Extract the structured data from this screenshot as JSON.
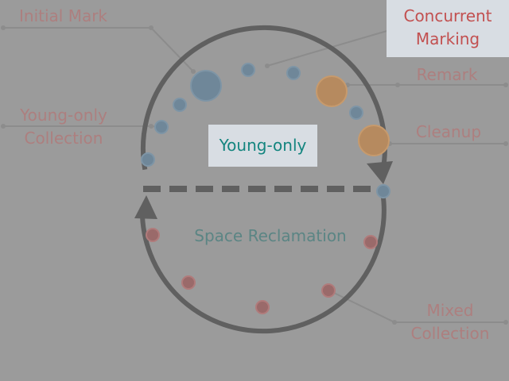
{
  "labels": {
    "initial_mark": "Initial Mark",
    "concurrent_marking": [
      "Concurrent",
      "Marking"
    ],
    "remark": "Remark",
    "cleanup": "Cleanup",
    "young_only_collection": [
      "Young-only",
      "Collection"
    ],
    "mixed_collection": [
      "Mixed",
      "Collection"
    ],
    "young_only": "Young-only",
    "space_reclamation": "Space Reclamation"
  },
  "colors": {
    "background": "#9b9b9b",
    "cycle_stroke": "#606060",
    "callout_line": "#8c8c8c",
    "label_muted": "#ad7f7f",
    "highlight_box": "#d8dde3",
    "highlight_text_red": "#c25050",
    "highlight_text_teal": "#14857f",
    "space_reclamation_text": "#5b8584",
    "young_collection_node": "#6f8799",
    "mixed_collection_node": "#9a6a6a",
    "marking_phase_node": "#b68a5f"
  }
}
